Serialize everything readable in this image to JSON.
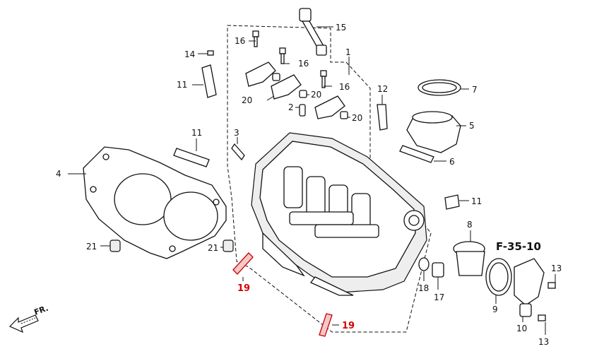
{
  "diagram": {
    "reference_label": "F-35-10",
    "direction_label": "FR.",
    "callouts": [
      {
        "id": "c1",
        "label": "1",
        "highlight": false
      },
      {
        "id": "c2",
        "label": "2",
        "highlight": false
      },
      {
        "id": "c3",
        "label": "3",
        "highlight": false
      },
      {
        "id": "c4",
        "label": "4",
        "highlight": false
      },
      {
        "id": "c5",
        "label": "5",
        "highlight": false
      },
      {
        "id": "c6",
        "label": "6",
        "highlight": false
      },
      {
        "id": "c7",
        "label": "7",
        "highlight": false
      },
      {
        "id": "c8",
        "label": "8",
        "highlight": false
      },
      {
        "id": "c9",
        "label": "9",
        "highlight": false
      },
      {
        "id": "c10",
        "label": "10",
        "highlight": false
      },
      {
        "id": "c11a",
        "label": "11",
        "highlight": false
      },
      {
        "id": "c11b",
        "label": "11",
        "highlight": false
      },
      {
        "id": "c11c",
        "label": "11",
        "highlight": false
      },
      {
        "id": "c12",
        "label": "12",
        "highlight": false
      },
      {
        "id": "c13a",
        "label": "13",
        "highlight": false
      },
      {
        "id": "c13b",
        "label": "13",
        "highlight": false
      },
      {
        "id": "c14",
        "label": "14",
        "highlight": false
      },
      {
        "id": "c15",
        "label": "15",
        "highlight": false
      },
      {
        "id": "c16a",
        "label": "16",
        "highlight": false
      },
      {
        "id": "c16b",
        "label": "16",
        "highlight": false
      },
      {
        "id": "c16c",
        "label": "16",
        "highlight": false
      },
      {
        "id": "c17",
        "label": "17",
        "highlight": false
      },
      {
        "id": "c18",
        "label": "18",
        "highlight": false
      },
      {
        "id": "c19a",
        "label": "19",
        "highlight": true
      },
      {
        "id": "c19b",
        "label": "19",
        "highlight": true
      },
      {
        "id": "c20a",
        "label": "20",
        "highlight": false
      },
      {
        "id": "c20b",
        "label": "20",
        "highlight": false
      },
      {
        "id": "c20c",
        "label": "20",
        "highlight": false
      },
      {
        "id": "c21a",
        "label": "21",
        "highlight": false
      },
      {
        "id": "c21b",
        "label": "21",
        "highlight": false
      }
    ]
  }
}
